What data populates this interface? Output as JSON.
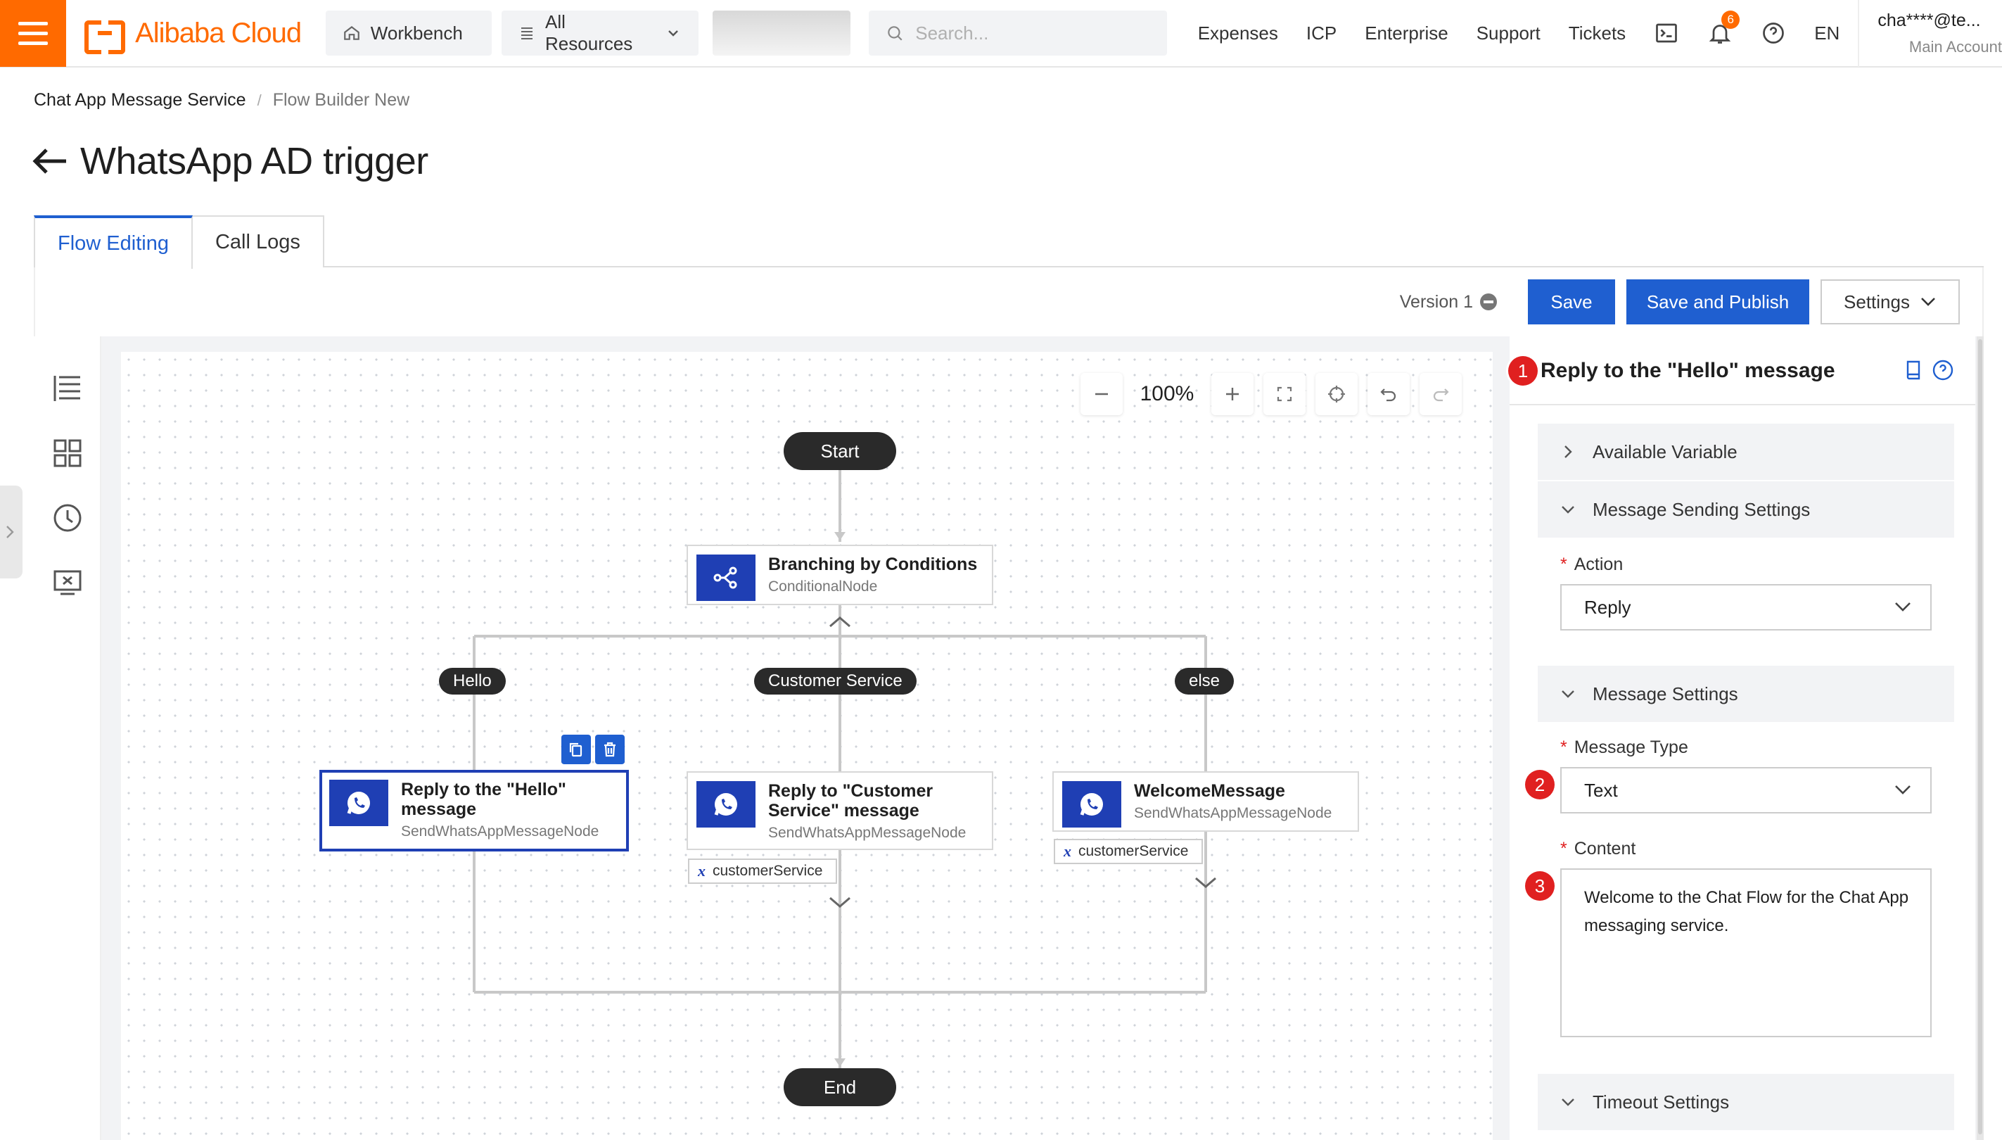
{
  "topbar": {
    "brand": "Alibaba Cloud",
    "workbench": "Workbench",
    "all_resources": "All Resources",
    "search_placeholder": "Search...",
    "nav": [
      "Expenses",
      "ICP",
      "Enterprise",
      "Support",
      "Tickets"
    ],
    "notification_count": "6",
    "language": "EN",
    "account_email": "cha****@te...",
    "account_type": "Main Account"
  },
  "breadcrumb": [
    "Chat App Message Service",
    "Flow Builder New"
  ],
  "page_title": "WhatsApp AD trigger",
  "tabs": [
    "Flow Editing",
    "Call Logs"
  ],
  "toolbar": {
    "version": "Version 1",
    "save": "Save",
    "save_publish": "Save and Publish",
    "settings": "Settings"
  },
  "canvas": {
    "zoom": "100%",
    "start": "Start",
    "end": "End",
    "branch_labels": [
      "Hello",
      "Customer Service",
      "else"
    ],
    "nodes": {
      "condition": {
        "name": "Branching by Conditions",
        "type": "ConditionalNode"
      },
      "hello": {
        "name": "Reply to the \"Hello\" message",
        "type": "SendWhatsAppMessageNode"
      },
      "customer_service": {
        "name": "Reply to \"Customer Service\" message",
        "type": "SendWhatsAppMessageNode"
      },
      "welcome": {
        "name": "WelcomeMessage",
        "type": "SendWhatsAppMessageNode"
      }
    },
    "variable_tag": "customerService"
  },
  "panel": {
    "markers": [
      "1",
      "2",
      "3"
    ],
    "title": "Reply to the \"Hello\" message",
    "sections": {
      "available_variable": "Available Variable",
      "message_sending": "Message Sending Settings",
      "message_settings": "Message Settings",
      "timeout": "Timeout Settings"
    },
    "action_label": "Action",
    "action_value": "Reply",
    "message_type_label": "Message Type",
    "message_type_value": "Text",
    "content_label": "Content",
    "content_value": "Welcome to the Chat Flow for the Chat App messaging service.",
    "required_mark": "*"
  },
  "colors": {
    "brand": "#ff6a00",
    "primary": "#1f5fd0",
    "node_icon": "#1f3fb4",
    "marker": "#e02020"
  }
}
